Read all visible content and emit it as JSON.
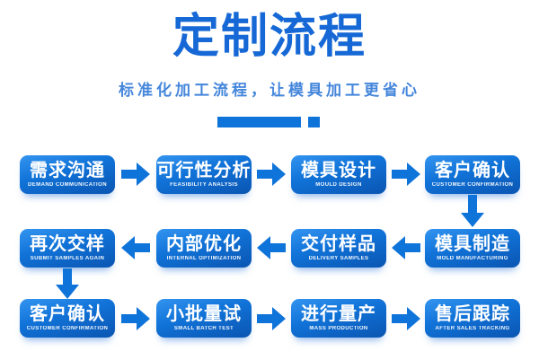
{
  "header": {
    "title": "定制流程",
    "subtitle": "标准化加工流程，让模具加工更省心"
  },
  "colors": {
    "accent": "#0f74da",
    "box_top": "#3394f0",
    "box_mid": "#1173d8",
    "box_bottom": "#0a55b2",
    "title_blue": "#1568d5",
    "subtitle_blue": "#4486db",
    "box_text": "#ffffff",
    "background": "#ffffff"
  },
  "flow": {
    "rows": [
      {
        "direction": "right",
        "boxes": [
          {
            "title": "需求沟通",
            "subtitle": "DEMAND COMMUNICATION"
          },
          {
            "title": "可行性分析",
            "subtitle": "FEASIBILITY ANALYSIS"
          },
          {
            "title": "模具设计",
            "subtitle": "MOULD DESIGN"
          },
          {
            "title": "客户确认",
            "subtitle": "CUSTOMER CONFIRMATION"
          }
        ]
      },
      {
        "direction": "left",
        "boxes": [
          {
            "title": "再次交样",
            "subtitle": "SUBMIT SAMPLES AGAIN"
          },
          {
            "title": "内部优化",
            "subtitle": "INTERNAL OPTIMIZATION"
          },
          {
            "title": "交付样品",
            "subtitle": "DELIVERY SAMPLES"
          },
          {
            "title": "模具制造",
            "subtitle": "MOLD MANUFACTURING"
          }
        ]
      },
      {
        "direction": "right",
        "boxes": [
          {
            "title": "客户确认",
            "subtitle": "CUSTOMER CONFIRMATION"
          },
          {
            "title": "小批量试",
            "subtitle": "SMALL BATCH TEST"
          },
          {
            "title": "进行量产",
            "subtitle": "MASS PRODUCTION"
          },
          {
            "title": "售后跟踪",
            "subtitle": "AFTER SALES TRACKING"
          }
        ]
      }
    ]
  }
}
